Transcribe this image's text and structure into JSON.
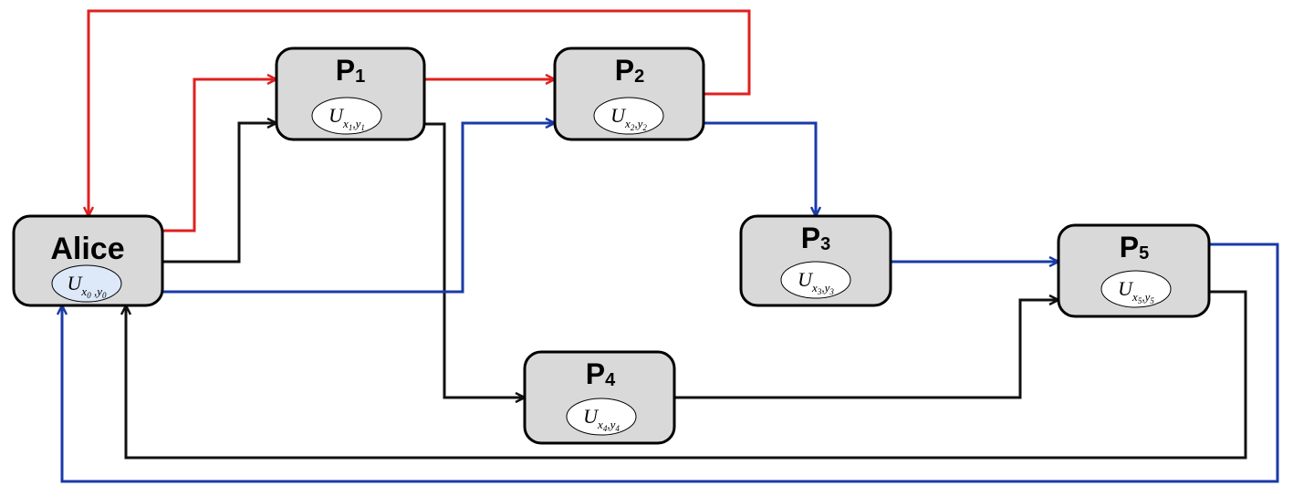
{
  "colors": {
    "red": "#e02020",
    "black": "#111111",
    "blue": "#1a3aa8",
    "node_fill": "#d9d9d9",
    "alice_ellipse_fill": "#dde8f8"
  },
  "nodes": [
    {
      "id": "alice",
      "title": "Alice",
      "sub": "",
      "op_letter": "U",
      "op_index": "0"
    },
    {
      "id": "p1",
      "title": "P",
      "sub": "1",
      "op_letter": "U",
      "op_index": "1"
    },
    {
      "id": "p2",
      "title": "P",
      "sub": "2",
      "op_letter": "U",
      "op_index": "2"
    },
    {
      "id": "p3",
      "title": "P",
      "sub": "3",
      "op_letter": "U",
      "op_index": "3"
    },
    {
      "id": "p4",
      "title": "P",
      "sub": "4",
      "op_letter": "U",
      "op_index": "4"
    },
    {
      "id": "p5",
      "title": "P",
      "sub": "5",
      "op_letter": "U",
      "op_index": "5"
    }
  ],
  "edges": [
    {
      "from": "alice",
      "to": "p1",
      "color": "red"
    },
    {
      "from": "p1",
      "to": "p2",
      "color": "red"
    },
    {
      "from": "p2",
      "to": "alice",
      "color": "red"
    },
    {
      "from": "alice",
      "to": "p1",
      "color": "black"
    },
    {
      "from": "p1",
      "to": "p4",
      "color": "black"
    },
    {
      "from": "p4",
      "to": "p5",
      "color": "black"
    },
    {
      "from": "p5",
      "to": "alice",
      "color": "black"
    },
    {
      "from": "alice",
      "to": "p2",
      "color": "blue"
    },
    {
      "from": "p2",
      "to": "p3",
      "color": "blue"
    },
    {
      "from": "p3",
      "to": "p5",
      "color": "blue"
    },
    {
      "from": "p5",
      "to": "alice",
      "color": "blue"
    }
  ]
}
